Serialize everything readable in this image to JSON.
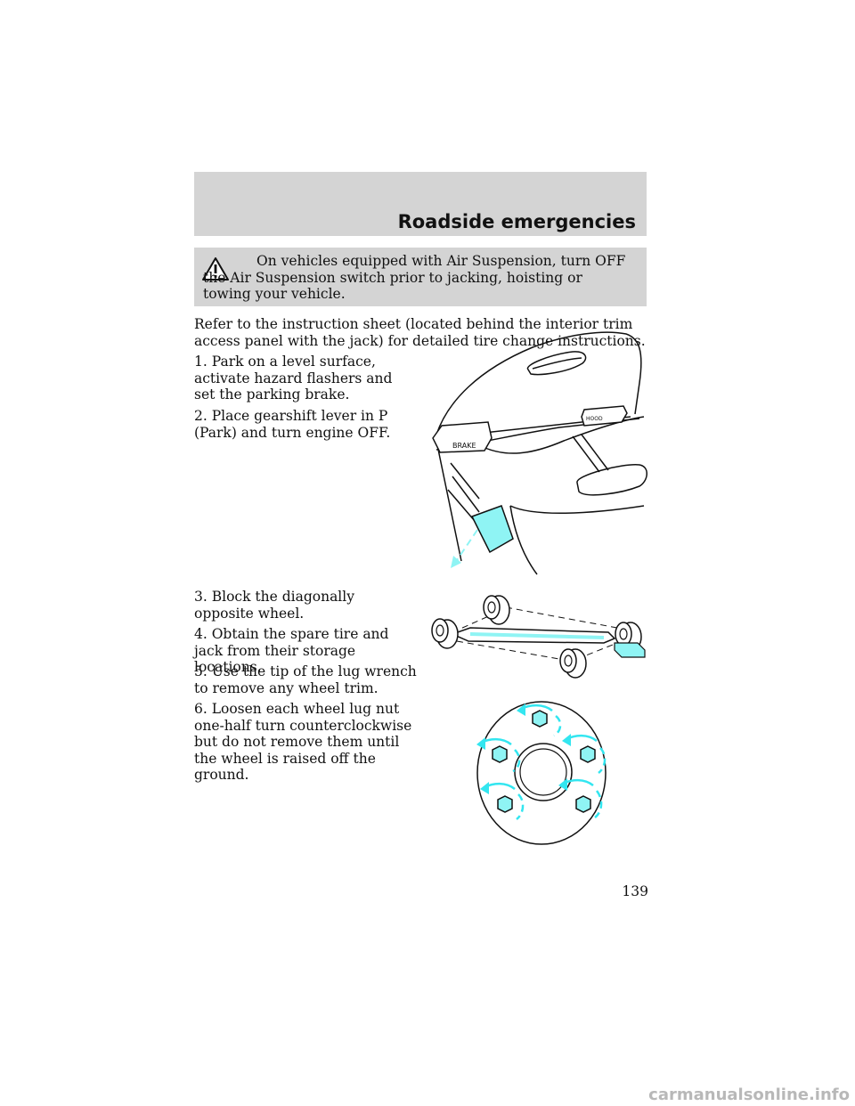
{
  "header": {
    "title": "Roadside emergencies"
  },
  "warning": {
    "icon": "warning-triangle-icon",
    "text": "On vehicles equipped with Air Suspension, turn OFF the Air Suspension switch prior to jacking, hoisting or towing your vehicle."
  },
  "intro": "Refer to the instruction sheet (located behind the interior trim access panel with the jack) for detailed tire change instructions.",
  "steps": [
    "1. Park on a level surface, activate hazard flashers and set the parking brake.",
    "2. Place gearshift lever in P (Park) and turn engine OFF.",
    "3. Block the diagonally opposite wheel.",
    "4. Obtain the spare tire and jack from their storage locations.",
    "5. Use the tip of the lug wrench to remove any wheel trim.",
    "6. Loosen each wheel lug nut one-half turn counterclockwise but do not remove them until the wheel is raised off the ground."
  ],
  "illustrations": {
    "brake_label": "BRAKE",
    "hood_label": "HOOD",
    "accent_color": "#8ff4f4"
  },
  "page_number": "139",
  "watermark": "carmanualsonline.info"
}
